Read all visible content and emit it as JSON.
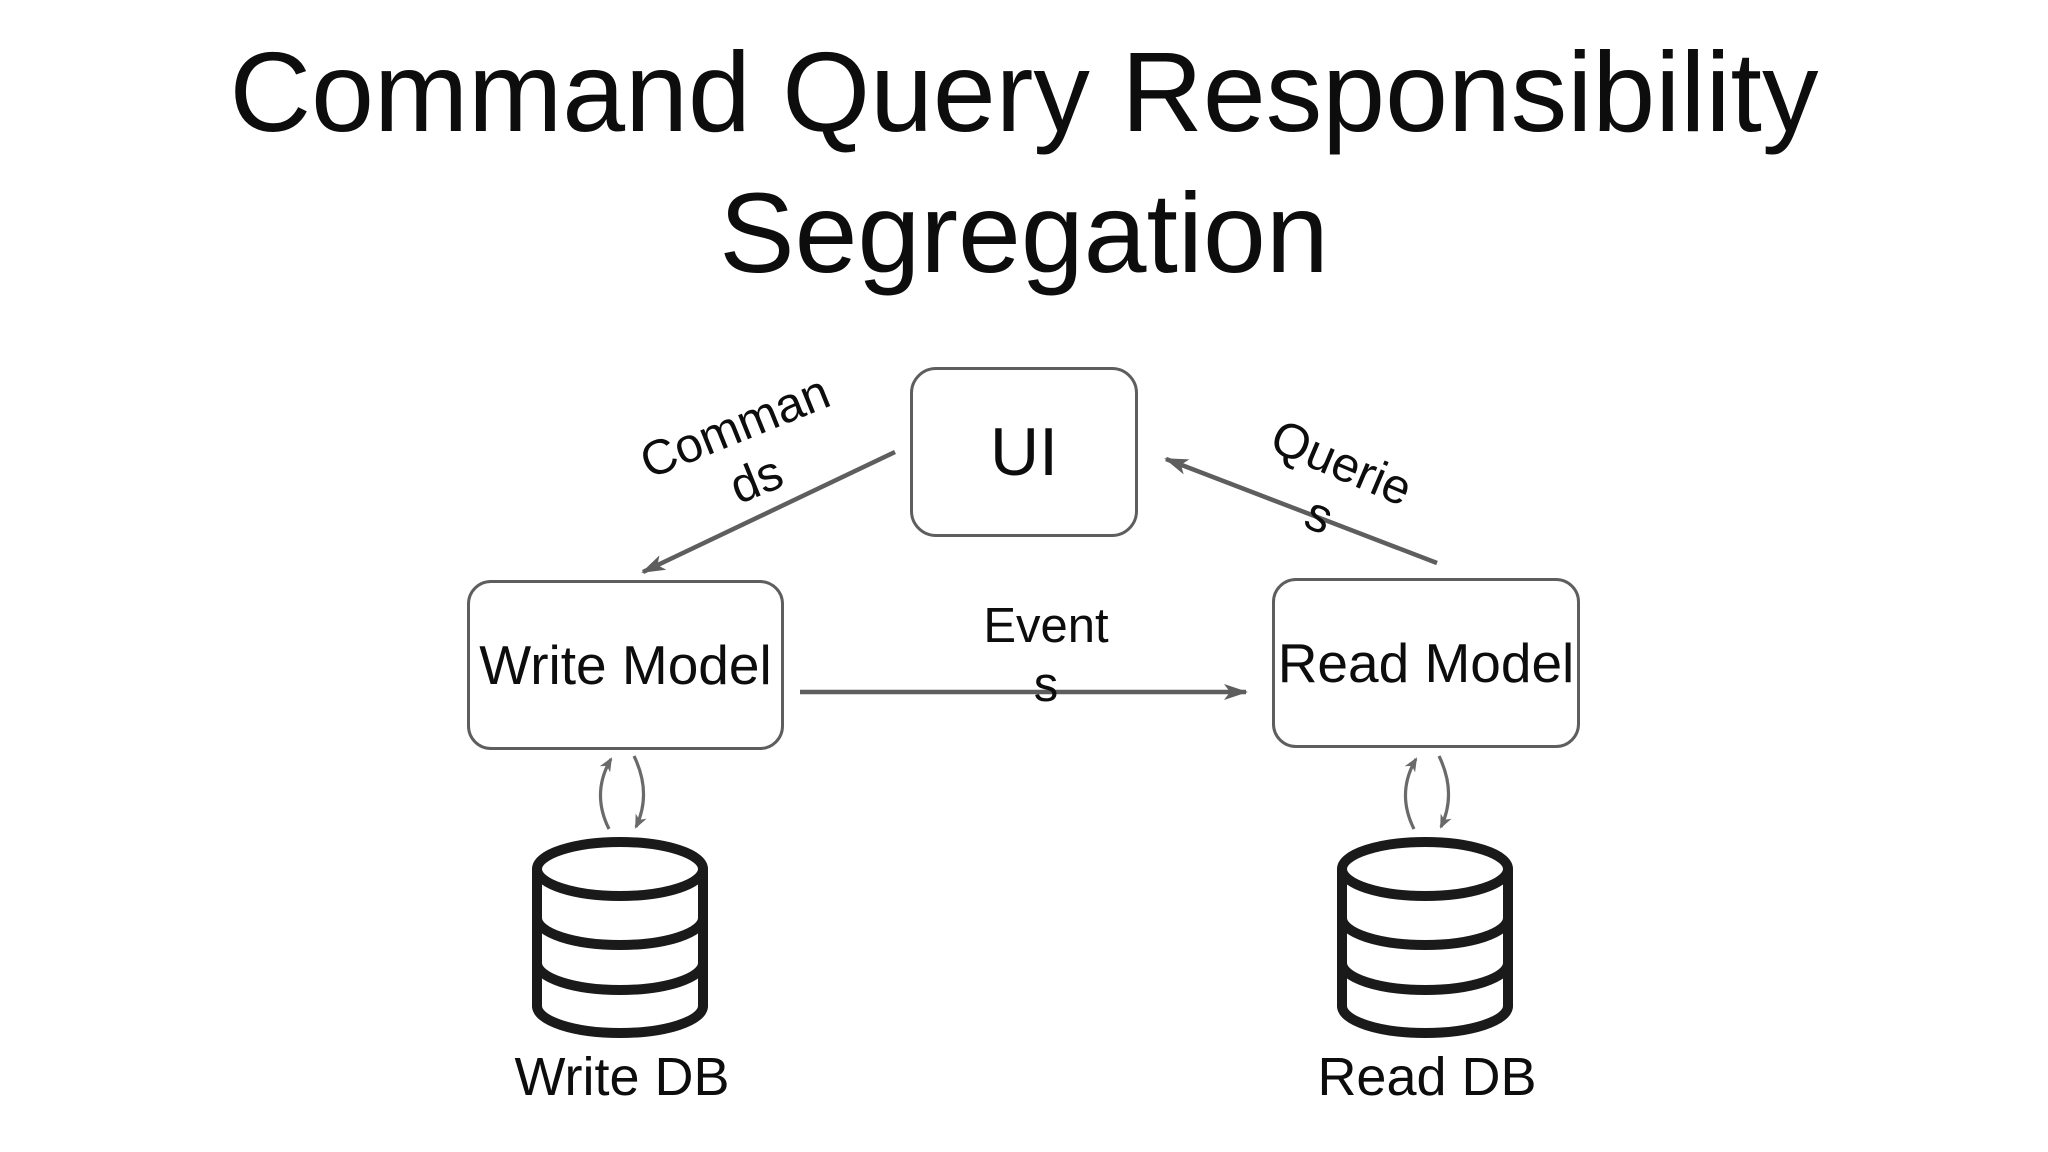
{
  "title": {
    "text": "Command Query Responsibility Segregation",
    "lines": [
      "Command Query Responsibility",
      "Segregation"
    ]
  },
  "nodes": {
    "ui": {
      "label": "UI"
    },
    "write_model": {
      "label": "Write Model"
    },
    "read_model": {
      "label": "Read Model"
    }
  },
  "edges": {
    "commands": {
      "label": "Commands",
      "lines": [
        "Comman",
        "ds"
      ],
      "from": "UI",
      "to": "Write Model"
    },
    "queries": {
      "label": "Queries",
      "lines": [
        "Querie",
        "s"
      ],
      "from": "Read Model",
      "to": "UI"
    },
    "events": {
      "label": "Events",
      "lines": [
        "Event",
        "s"
      ],
      "from": "Write Model",
      "to": "Read Model"
    },
    "write_sync": {
      "between": [
        "Write Model",
        "Write DB"
      ],
      "style": "bidirectional"
    },
    "read_sync": {
      "between": [
        "Read Model",
        "Read DB"
      ],
      "style": "bidirectional"
    }
  },
  "databases": {
    "write_db": {
      "label": "Write DB",
      "icon": "database-cylinder-icon"
    },
    "read_db": {
      "label": "Read DB",
      "icon": "database-cylinder-icon"
    }
  },
  "colors": {
    "background": "#ffffff",
    "text": "#0d0d0d",
    "connector_gray": "#5e5e5e",
    "sync_gray": "#6a6a6a",
    "cylinder_black": "#1a1a1a"
  }
}
